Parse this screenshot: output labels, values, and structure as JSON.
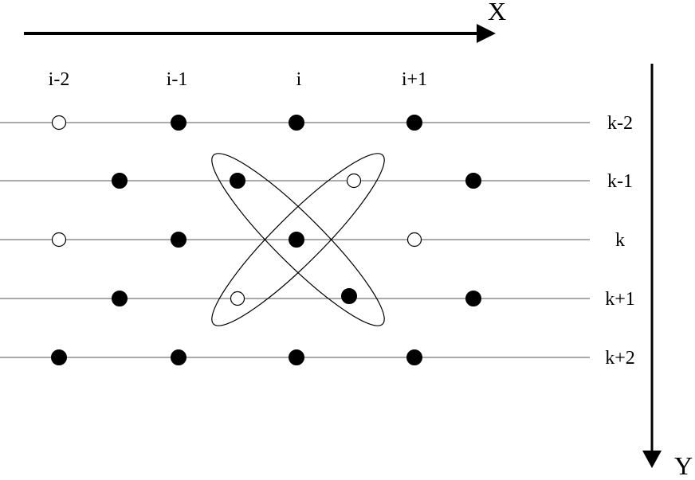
{
  "diagram": {
    "axes": {
      "x_label": "X",
      "y_label": "Y"
    },
    "columns": [
      "i-2",
      "i-1",
      "i",
      "i+1"
    ],
    "rows": [
      {
        "label": "k-2",
        "points": [
          {
            "col": "i-2",
            "filled": false
          },
          {
            "col": "i-1",
            "filled": true
          },
          {
            "col": "i",
            "filled": true
          },
          {
            "col": "i+1",
            "filled": true
          }
        ]
      },
      {
        "label": "k-1",
        "points": [
          {
            "col": "i-3/2",
            "filled": true
          },
          {
            "col": "i-1/2",
            "filled": true
          },
          {
            "col": "i+1/2",
            "filled": false
          },
          {
            "col": "i+3/2",
            "filled": true
          }
        ]
      },
      {
        "label": "k",
        "points": [
          {
            "col": "i-2",
            "filled": false
          },
          {
            "col": "i-1",
            "filled": true
          },
          {
            "col": "i",
            "filled": true
          },
          {
            "col": "i+1",
            "filled": false
          }
        ]
      },
      {
        "label": "k+1",
        "points": [
          {
            "col": "i-3/2",
            "filled": true
          },
          {
            "col": "i-1/2",
            "filled": false
          },
          {
            "col": "i+1/2",
            "filled": true
          },
          {
            "col": "i+3/2",
            "filled": true
          }
        ]
      },
      {
        "label": "k+2",
        "points": [
          {
            "col": "i-2",
            "filled": true
          },
          {
            "col": "i-1",
            "filled": true
          },
          {
            "col": "i",
            "filled": true
          },
          {
            "col": "i+1",
            "filled": true
          }
        ]
      }
    ],
    "stencils": [
      {
        "from": {
          "row": "k-1",
          "col": "i-1/2"
        },
        "to": {
          "row": "k+1",
          "col": "i+1/2"
        }
      },
      {
        "from": {
          "row": "k-1",
          "col": "i+1/2"
        },
        "to": {
          "row": "k+1",
          "col": "i-1/2"
        }
      }
    ]
  }
}
